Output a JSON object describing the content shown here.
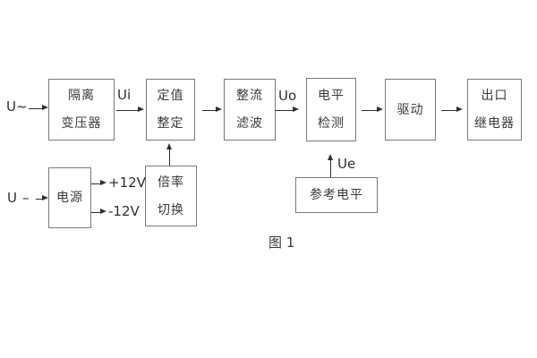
{
  "diagram": {
    "caption": "图 1",
    "inputs": {
      "ac": "U~",
      "dc": "U",
      "dc_dash": "–"
    },
    "signals": {
      "ui": "Ui",
      "uo": "Uo",
      "ue": "Ue",
      "plus_rail": "+12V",
      "minus_rail": "-12V"
    },
    "boxes": {
      "isolation_transformer": {
        "line1": "隔离",
        "line2": "变压器"
      },
      "setpoint_adjust": {
        "line1": "定值",
        "line2": "整定"
      },
      "rectifier_filter": {
        "line1": "整流",
        "line2": "滤波"
      },
      "level_detect": {
        "line1": "电平",
        "line2": "检测"
      },
      "driver": {
        "line1": "驱动"
      },
      "output_relay": {
        "line1": "出口",
        "line2": "继电器"
      },
      "power_supply": {
        "line1": "电源"
      },
      "ratio_switch": {
        "line1": "倍率",
        "line2": "切换"
      },
      "reference_level": {
        "line1": "参考电平"
      }
    },
    "colors": {
      "background": "#ffffff",
      "box_border": "#7a7a7a",
      "text": "#3a3a3a",
      "arrow": "#2f2f2f"
    }
  }
}
